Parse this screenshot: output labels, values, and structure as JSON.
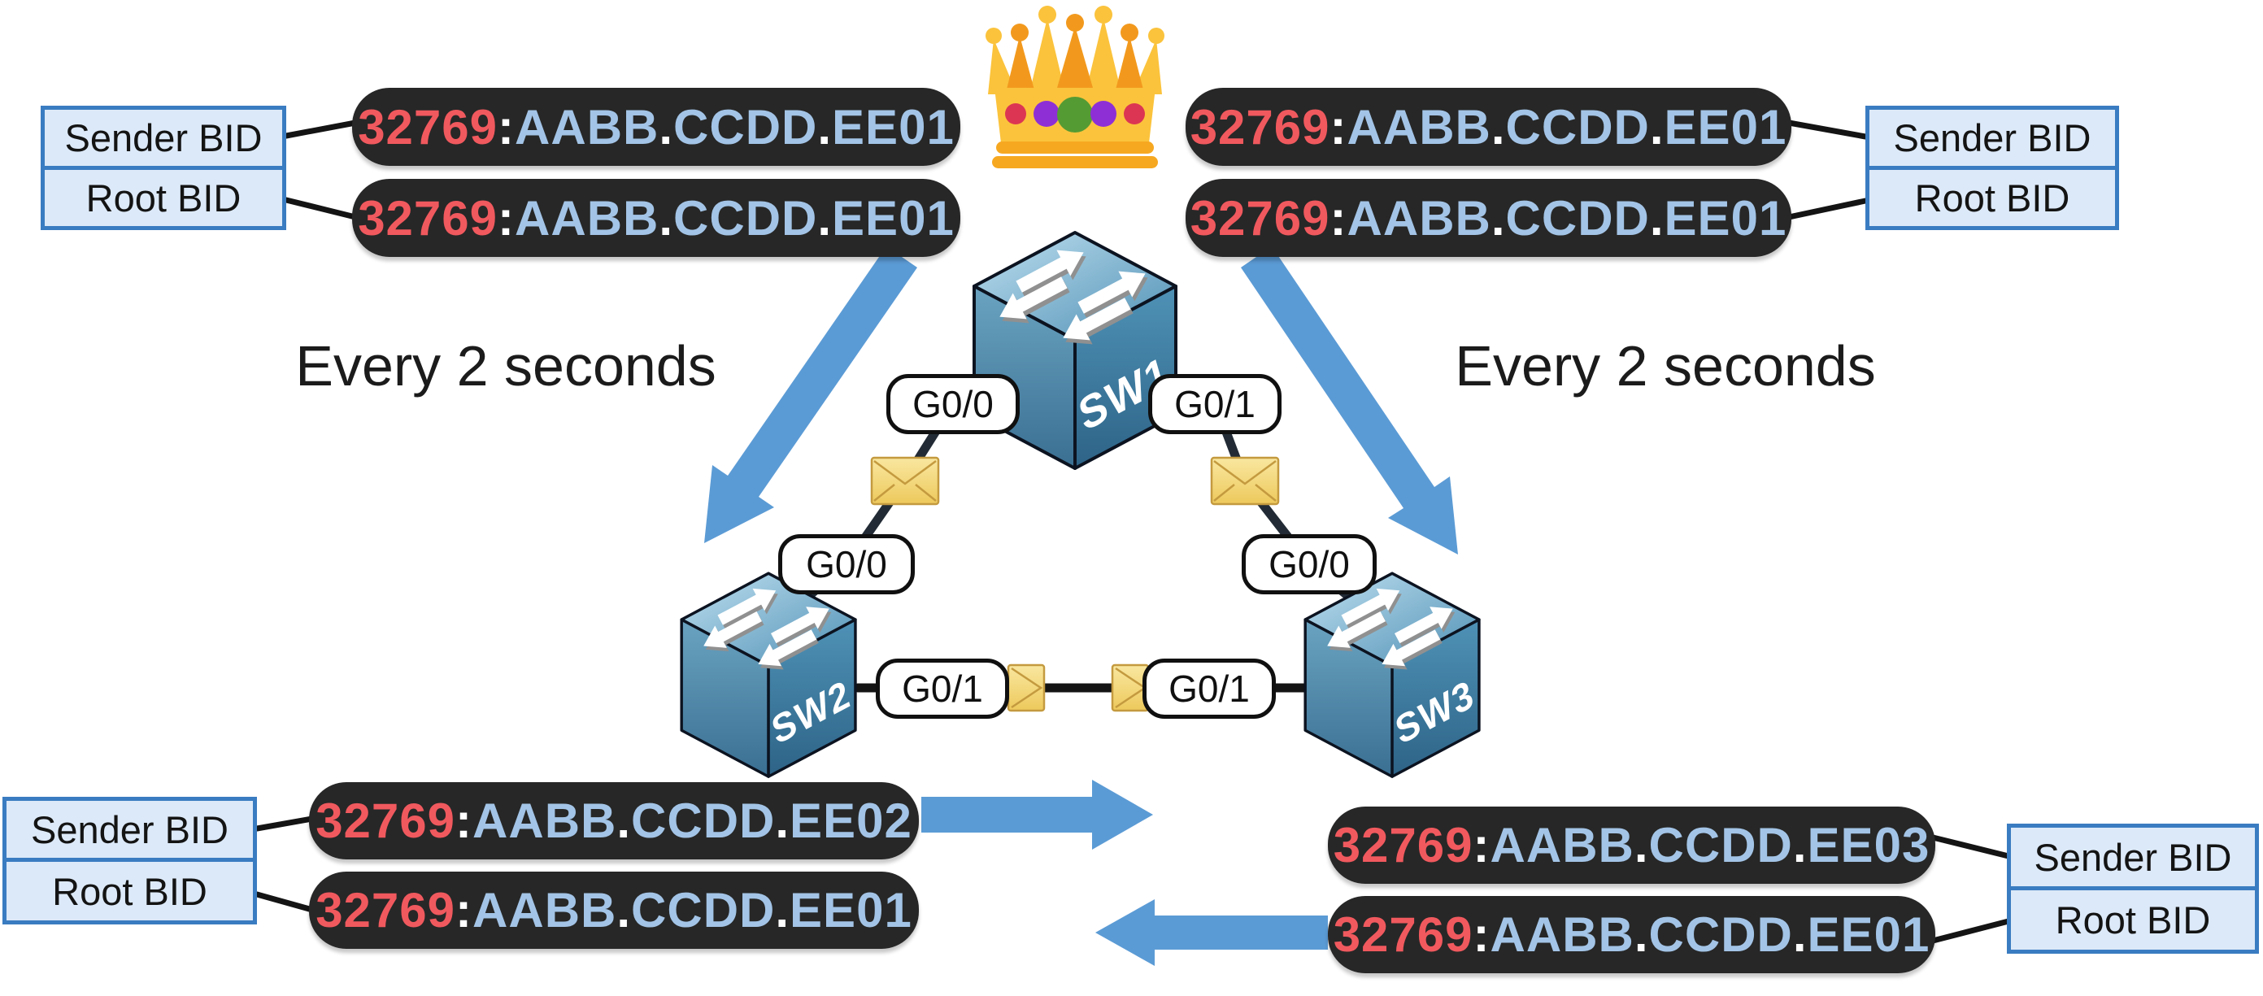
{
  "symbols": {
    "colon": ":",
    "dot": "."
  },
  "texts": {
    "every_left": "Every 2 seconds",
    "every_right": "Every 2 seconds"
  },
  "field_labels": {
    "sender": "Sender BID",
    "root": "Root BID"
  },
  "bpdus": {
    "top_left": {
      "sender": {
        "priority": "32769",
        "mac": [
          "AABB",
          "CCDD",
          "EE01"
        ]
      },
      "root": {
        "priority": "32769",
        "mac": [
          "AABB",
          "CCDD",
          "EE01"
        ]
      }
    },
    "top_right": {
      "sender": {
        "priority": "32769",
        "mac": [
          "AABB",
          "CCDD",
          "EE01"
        ]
      },
      "root": {
        "priority": "32769",
        "mac": [
          "AABB",
          "CCDD",
          "EE01"
        ]
      }
    },
    "bottom_left": {
      "sender": {
        "priority": "32769",
        "mac": [
          "AABB",
          "CCDD",
          "EE02"
        ]
      },
      "root": {
        "priority": "32769",
        "mac": [
          "AABB",
          "CCDD",
          "EE01"
        ]
      }
    },
    "bottom_right": {
      "sender": {
        "priority": "32769",
        "mac": [
          "AABB",
          "CCDD",
          "EE03"
        ]
      },
      "root": {
        "priority": "32769",
        "mac": [
          "AABB",
          "CCDD",
          "EE01"
        ]
      }
    }
  },
  "switches": [
    {
      "name": "SW1"
    },
    {
      "name": "SW2"
    },
    {
      "name": "SW3"
    }
  ],
  "ports": {
    "sw1_left": "G0/0",
    "sw1_right": "G0/1",
    "sw2_uplink": "G0/0",
    "sw3_uplink": "G0/0",
    "sw2_peer": "G0/1",
    "sw3_peer": "G0/1"
  },
  "icons": {
    "crown": "crown-root-bridge",
    "envelope": "bpdu-message-envelope",
    "switch": "l2-switch"
  },
  "colors": {
    "pill_bg": "#272727",
    "priority_red": "#f0595e",
    "mac_blue": "#a3c4e6",
    "separator_white": "#ffffff",
    "label_fill": "#dce9f8",
    "label_border": "#3a7cc1",
    "arrow_blue": "#5b9bd5",
    "link_dark": "#222b35",
    "envelope_yellow": "#edc95c",
    "switch_blue": "#4a8fb5",
    "crown_gold": "#fbc33c"
  }
}
